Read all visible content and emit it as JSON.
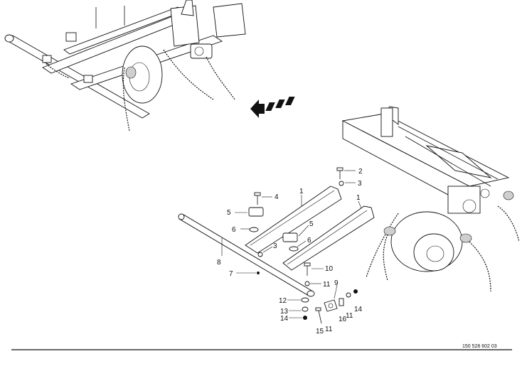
{
  "figure": {
    "drawing_number": "150 528 602 03",
    "callouts": [
      {
        "id": "c1a",
        "label": "1"
      },
      {
        "id": "c1b",
        "label": "1"
      },
      {
        "id": "c2",
        "label": "2"
      },
      {
        "id": "c3a",
        "label": "3"
      },
      {
        "id": "c3b",
        "label": "3"
      },
      {
        "id": "c4",
        "label": "4"
      },
      {
        "id": "c5a",
        "label": "5"
      },
      {
        "id": "c5b",
        "label": "5"
      },
      {
        "id": "c6a",
        "label": "6"
      },
      {
        "id": "c6b",
        "label": "6"
      },
      {
        "id": "c7",
        "label": "7"
      },
      {
        "id": "c8",
        "label": "8"
      },
      {
        "id": "c9",
        "label": "9"
      },
      {
        "id": "c10",
        "label": "10"
      },
      {
        "id": "c11a",
        "label": "11"
      },
      {
        "id": "c11b",
        "label": "11"
      },
      {
        "id": "c11c",
        "label": "11"
      },
      {
        "id": "c12",
        "label": "12"
      },
      {
        "id": "c13",
        "label": "13"
      },
      {
        "id": "c14a",
        "label": "14"
      },
      {
        "id": "c14b",
        "label": "14"
      },
      {
        "id": "c15",
        "label": "15"
      },
      {
        "id": "c16",
        "label": "16"
      }
    ]
  }
}
